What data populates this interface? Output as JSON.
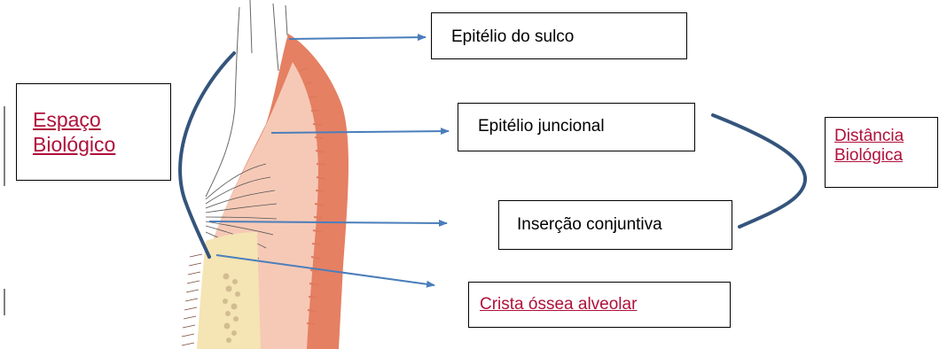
{
  "labels": {
    "sulco": "Epitélio do sulco",
    "juncional": "Epitélio juncional",
    "insercao": "Inserção conjuntiva",
    "crista": "Crista óssea alveolar",
    "espaco_line1": "Espaço",
    "espaco_line2": "Biológico",
    "distancia_line1": "Distância",
    "distancia_line2": "Biológica"
  },
  "colors": {
    "gingiva_outer": "#e58063",
    "gingiva_inner": "#f6c9b6",
    "bone": "#f5e4b4",
    "bone_marrow": "#c9b489",
    "arrow": "#4a7ebb",
    "curve": "#34547c",
    "link_text": "#b0103a"
  }
}
